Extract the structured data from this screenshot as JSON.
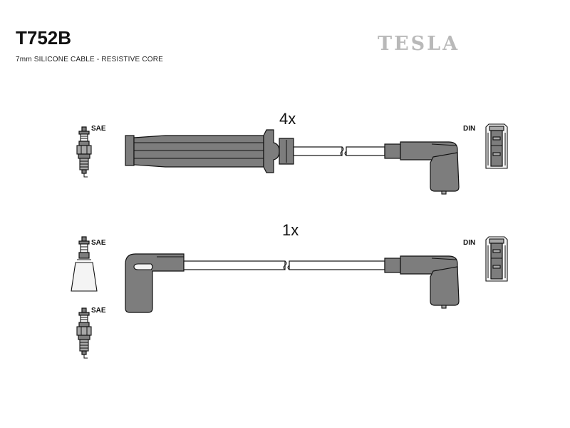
{
  "header": {
    "part_number": "T752B",
    "description": "7mm SILICONE CABLE - RESISTIVE CORE",
    "brand": "TESLA"
  },
  "sets": [
    {
      "quantity": "4x",
      "plug_end": "SAE",
      "coil_end": "DIN"
    },
    {
      "quantity": "1x",
      "plug_end": "SAE",
      "coil_end": "DIN",
      "extra_plug_end": "SAE"
    }
  ],
  "colors": {
    "brand": "#b9b9b9",
    "boot": "#7d7d7d",
    "ink": "#111111"
  }
}
